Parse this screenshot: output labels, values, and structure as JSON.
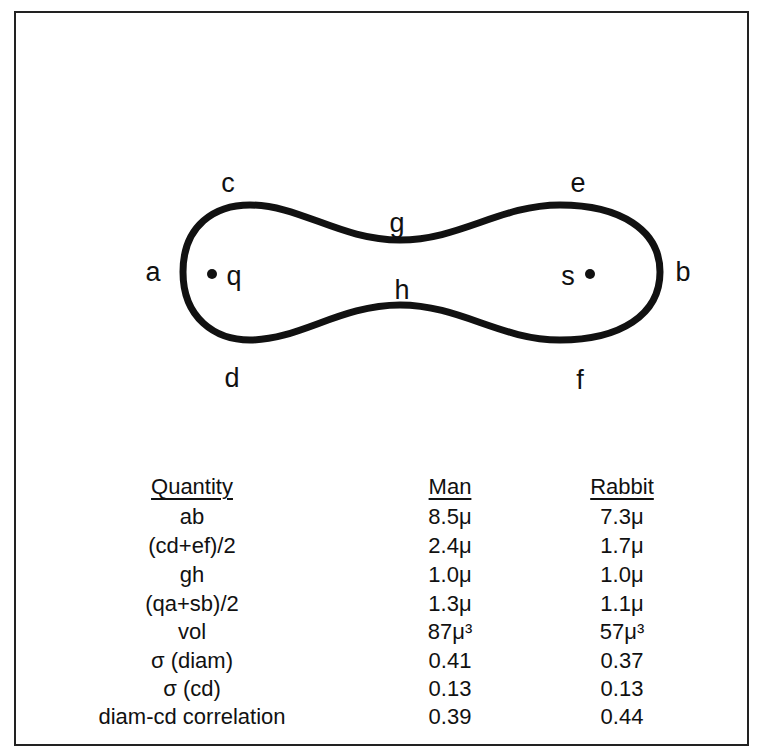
{
  "diagram": {
    "labels": [
      "c",
      "e",
      "g",
      "a",
      "q",
      "s",
      "b",
      "h",
      "d",
      "f",
      "Quantity",
      "Man",
      "Rabbit",
      "ab",
      "8.5μ",
      "7.3μ",
      "(cd+ef)/2",
      "2.4μ",
      "1.7μ",
      "gh",
      "1.0μ",
      "1.0μ",
      "(qa+sb)/2",
      "1.3μ",
      "1.1μ",
      "vol",
      "87μ³",
      "57μ³",
      "σ (diam)",
      "0.41",
      "0.37",
      "σ (cd)",
      "0.13",
      "0.13",
      "diam-cd correlation",
      "0.39",
      "0.44"
    ]
  }
}
